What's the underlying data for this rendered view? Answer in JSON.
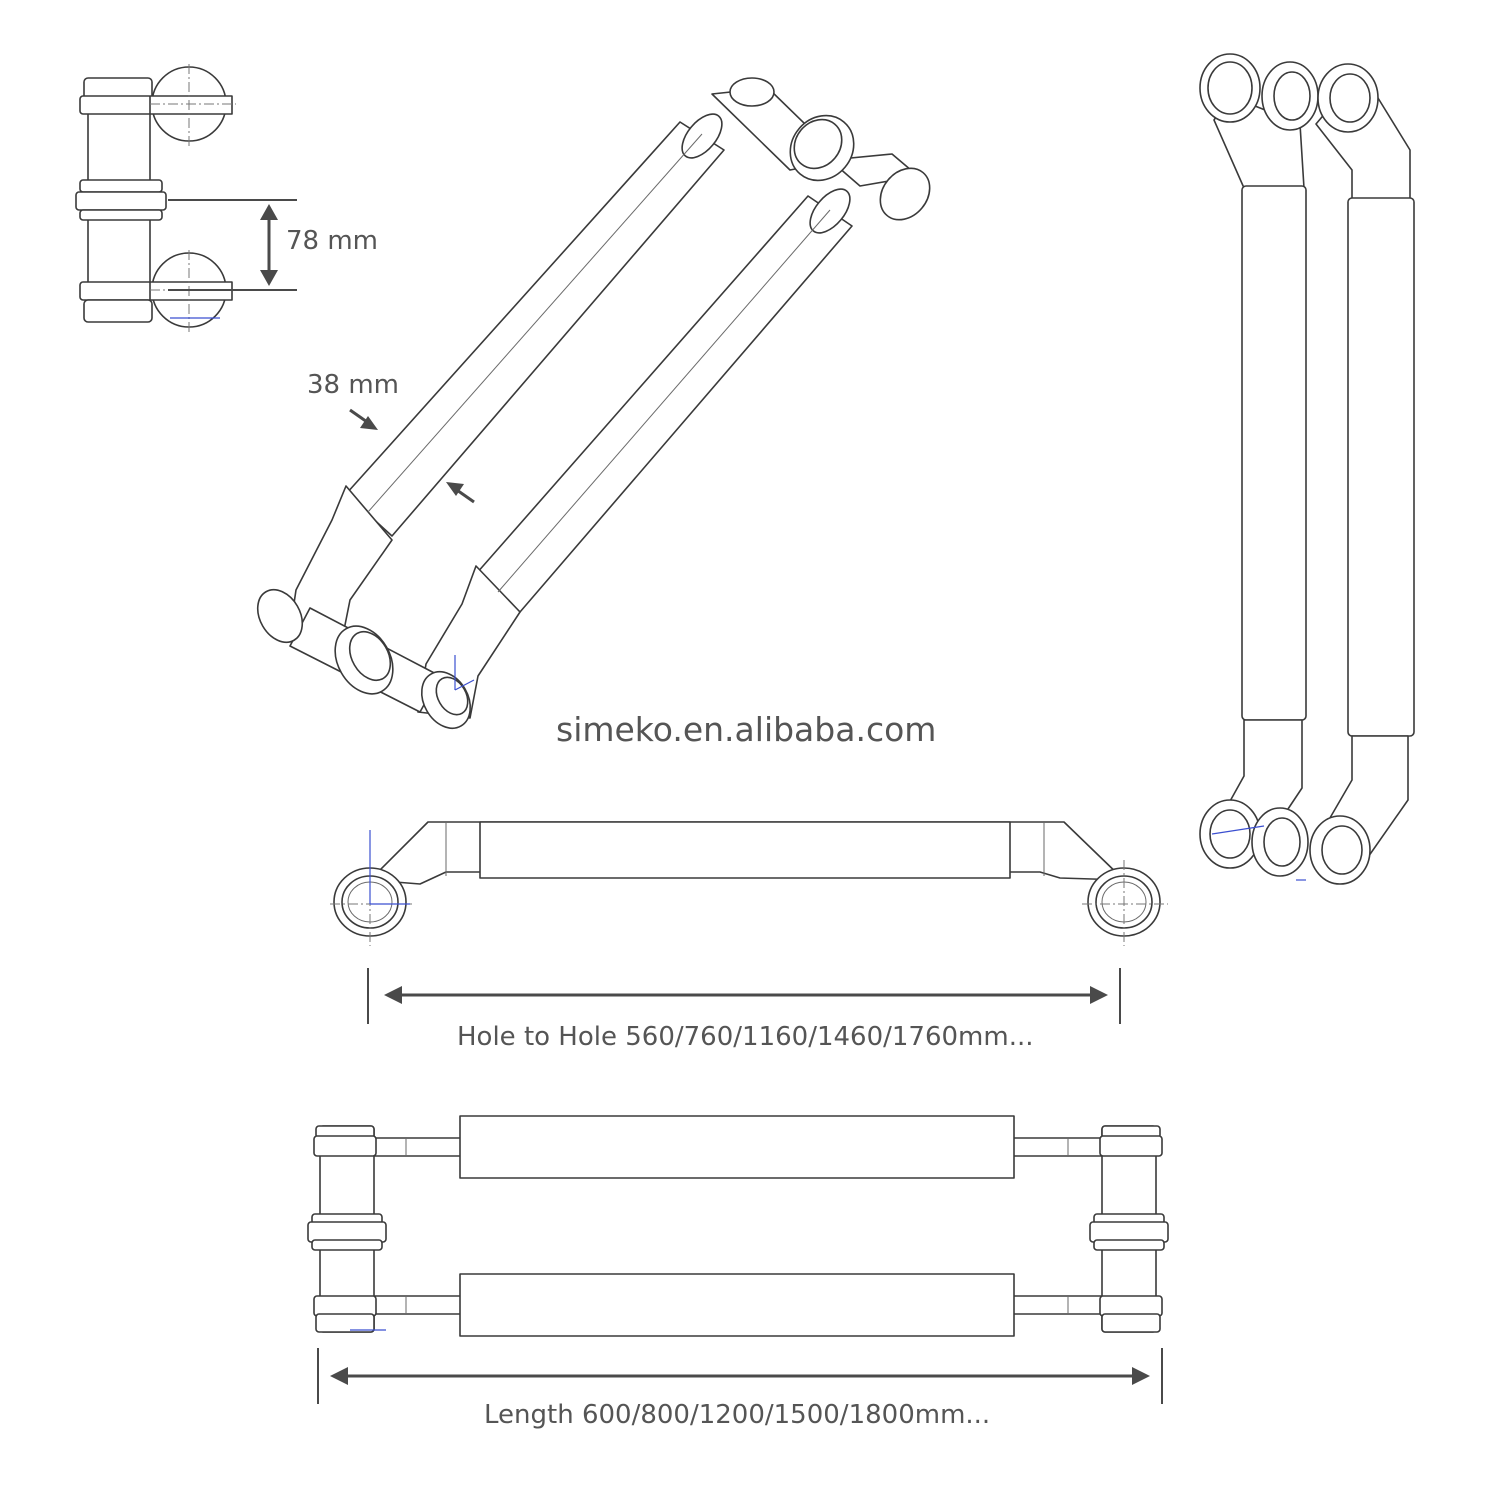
{
  "labels": {
    "pitch": "78 mm",
    "diameter": "38 mm",
    "website": "simeko.en.alibaba.com",
    "hole_to_hole": "Hole to Hole 560/760/1160/1460/1760mm...",
    "length": "Length 600/800/1200/1500/1800mm..."
  },
  "colors": {
    "line": "#3a3a3a",
    "text": "#555555",
    "construction_axis": "#3b4fd0",
    "background": "#ffffff"
  }
}
